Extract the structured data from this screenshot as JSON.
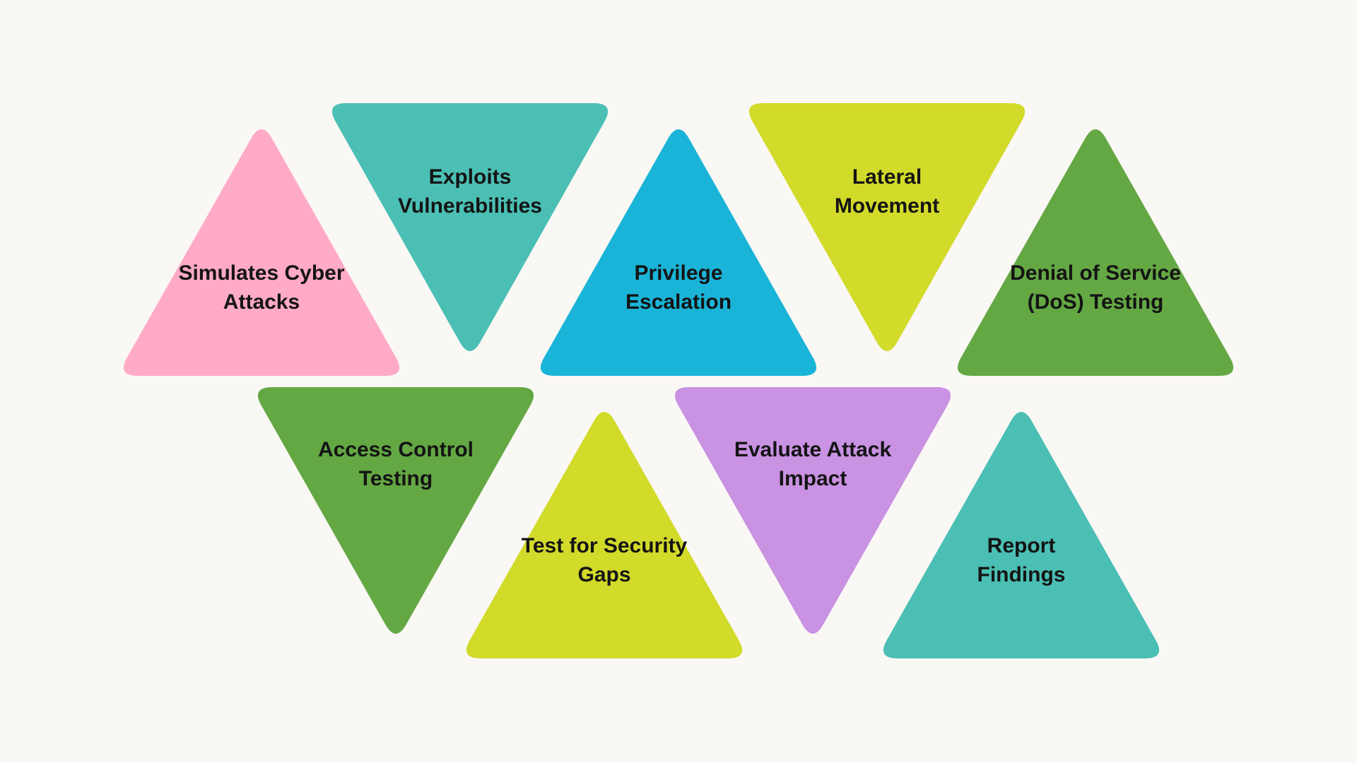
{
  "diagram": {
    "background": "#faf8f5",
    "text_color": "#141414",
    "triangles": [
      {
        "id": "simulates",
        "lines": [
          "Simulates Cyber",
          "Attacks"
        ],
        "direction": "up",
        "color": "#ffaac6"
      },
      {
        "id": "exploits",
        "lines": [
          "Exploits",
          "Vulnerabilities"
        ],
        "direction": "down",
        "color": "#4bbfb4"
      },
      {
        "id": "privilege",
        "lines": [
          "Privilege",
          "Escalation"
        ],
        "direction": "up",
        "color": "#1ab4d8"
      },
      {
        "id": "lateral",
        "lines": [
          "Lateral",
          "Movement"
        ],
        "direction": "down",
        "color": "#d2da2a"
      },
      {
        "id": "dos",
        "lines": [
          "Denial of Service",
          "(DoS) Testing"
        ],
        "direction": "up",
        "color": "#64a844"
      },
      {
        "id": "access",
        "lines": [
          "Access Control",
          "Testing"
        ],
        "direction": "down",
        "color": "#64a844"
      },
      {
        "id": "security-gaps",
        "lines": [
          "Test for Security",
          "Gaps"
        ],
        "direction": "up",
        "color": "#d2da2a"
      },
      {
        "id": "evaluate",
        "lines": [
          "Evaluate Attack",
          "Impact"
        ],
        "direction": "down",
        "color": "#c992e2"
      },
      {
        "id": "report",
        "lines": [
          "Report",
          "Findings"
        ],
        "direction": "up",
        "color": "#4bbfb4"
      }
    ]
  }
}
